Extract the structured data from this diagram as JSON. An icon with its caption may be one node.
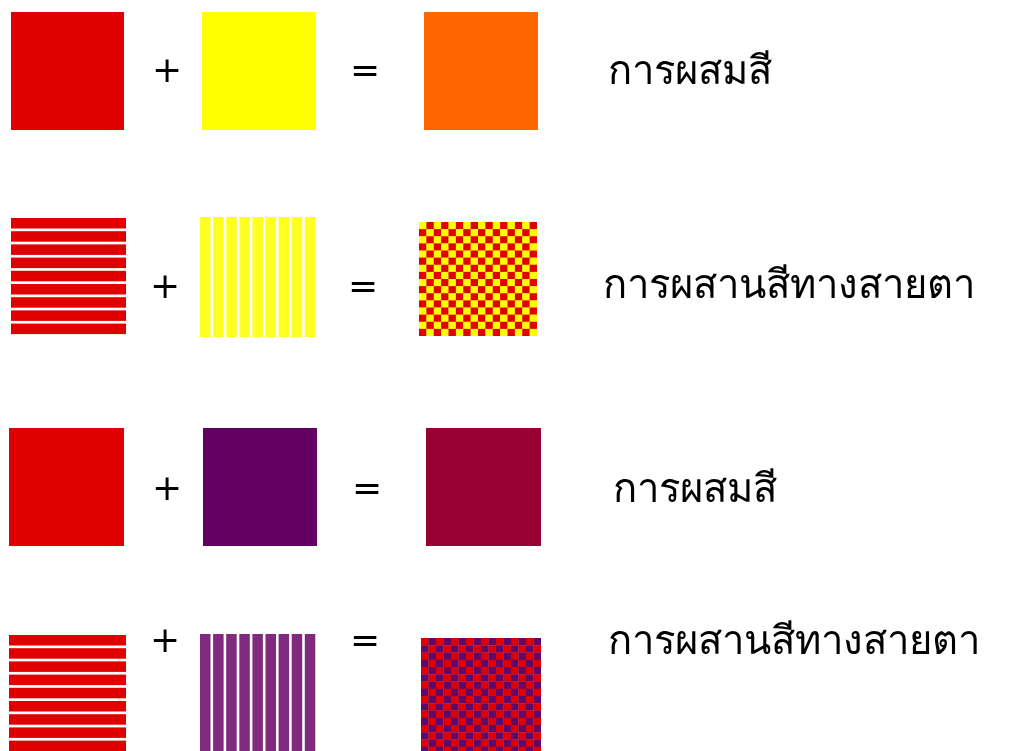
{
  "diagram": {
    "labels": [
      "+",
      "=",
      "การผสมสี",
      "+",
      "=",
      "การผสานสีทางสายตา",
      "+",
      "=",
      "การผสมสี",
      "+",
      "=",
      "การผสานสีทางสายตา"
    ]
  }
}
